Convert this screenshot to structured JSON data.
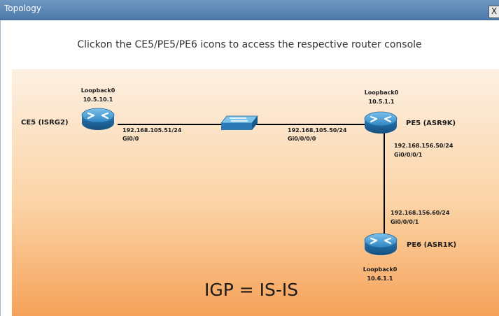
{
  "window": {
    "title": "Topology",
    "close_glyph": "X"
  },
  "instruction": "Clickon the CE5/PE5/PE6 icons to access the respective router console",
  "devices": {
    "ce5": {
      "name": "CE5 (ISRG2)",
      "loopback_label": "Loopback0",
      "loopback_ip": "10.5.10.1"
    },
    "pe5": {
      "name": "PE5 (ASR9K)",
      "loopback_label": "Loopback0",
      "loopback_ip": "10.5.1.1"
    },
    "pe6": {
      "name": "PE6 (ASR1K)",
      "loopback_label": "Loopback0",
      "loopback_ip": "10.6.1.1"
    }
  },
  "links": {
    "ce5_pe5": {
      "ce5_ip": "192.168.105.51/24",
      "ce5_if": "Gi0/0",
      "pe5_ip": "192.168.105.50/24",
      "pe5_if": "Gi0/0/0/0"
    },
    "pe5_pe6": {
      "pe5_ip": "192.168.156.50/24",
      "pe5_if": "Gi0/0/0/1",
      "pe6_ip": "192.168.156.60/24",
      "pe6_if": "Gi0/0/0/1"
    }
  },
  "igp": "IGP = IS-IS",
  "icons": {
    "router": "router-icon",
    "switch": "switch-icon",
    "close": "close-icon"
  },
  "colors": {
    "titlebar": "#5a86b6",
    "link": "#000000",
    "router_blue": "#2e7fbf",
    "diagram_bottom": "#f6a25a"
  }
}
